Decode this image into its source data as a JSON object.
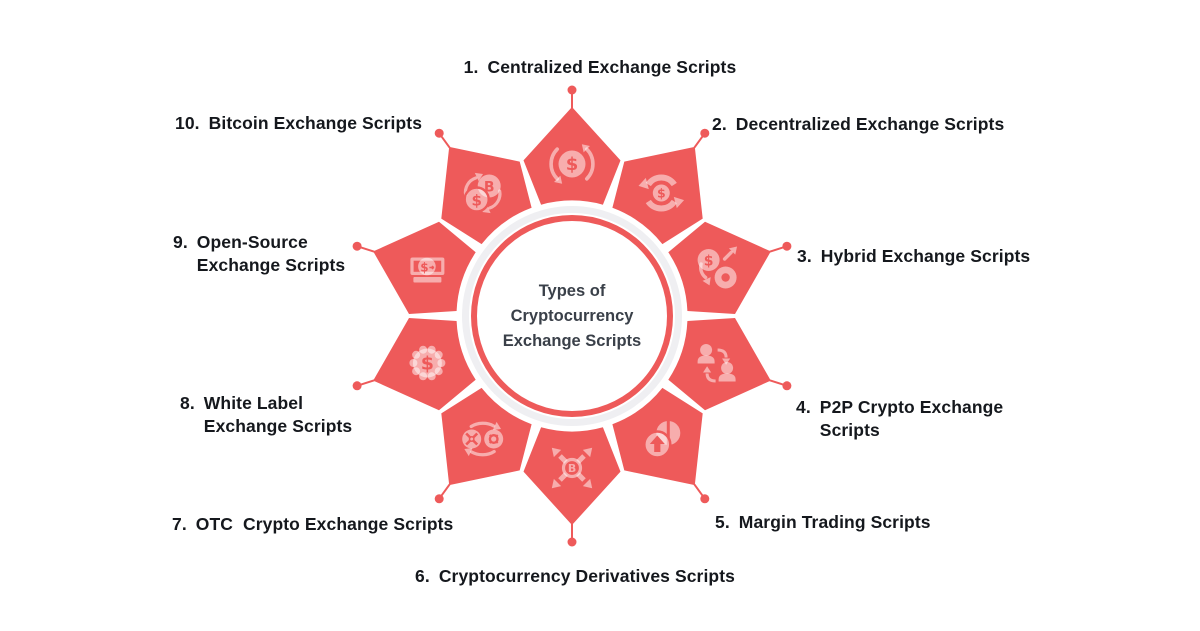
{
  "title": {
    "line1": "Types of",
    "line2": "Cryptocurrency",
    "line3": "Exchange Scripts"
  },
  "colors": {
    "petal": "#EE5A5A",
    "icon_tint": "rgba(255,255,255,0.5)",
    "ring_gray": "#EFEFF2",
    "label_text": "#15181D",
    "center_text": "#3A4049"
  },
  "items": [
    {
      "num": "1.",
      "label": "Centralized Exchange Scripts",
      "icon": "centralized-dollar-cycle-icon"
    },
    {
      "num": "2.",
      "label": "Decentralized Exchange Scripts",
      "icon": "decentralized-swap-cycle-icon"
    },
    {
      "num": "3.",
      "label": "Hybrid Exchange Scripts",
      "icon": "hybrid-coin-swap-icon"
    },
    {
      "num": "4.",
      "label": "P2P Crypto Exchange\nScripts",
      "icon": "p2p-users-exchange-icon"
    },
    {
      "num": "5.",
      "label": "Margin Trading Scripts",
      "icon": "margin-up-arrow-coin-icon"
    },
    {
      "num": "6.",
      "label": "Cryptocurrency Derivatives Scripts",
      "icon": "derivatives-spread-arrows-icon"
    },
    {
      "num": "7.",
      "label": "OTC  Crypto Exchange Scripts",
      "icon": "otc-coins-cycle-icon"
    },
    {
      "num": "8.",
      "label": "White Label\nExchange Scripts",
      "icon": "white-label-badge-dollar-icon"
    },
    {
      "num": "9.",
      "label": "Open-Source\nExchange Scripts",
      "icon": "open-source-banknote-icon"
    },
    {
      "num": "10.",
      "label": "Bitcoin Exchange Scripts",
      "icon": "bitcoin-dollar-coins-icon"
    }
  ]
}
